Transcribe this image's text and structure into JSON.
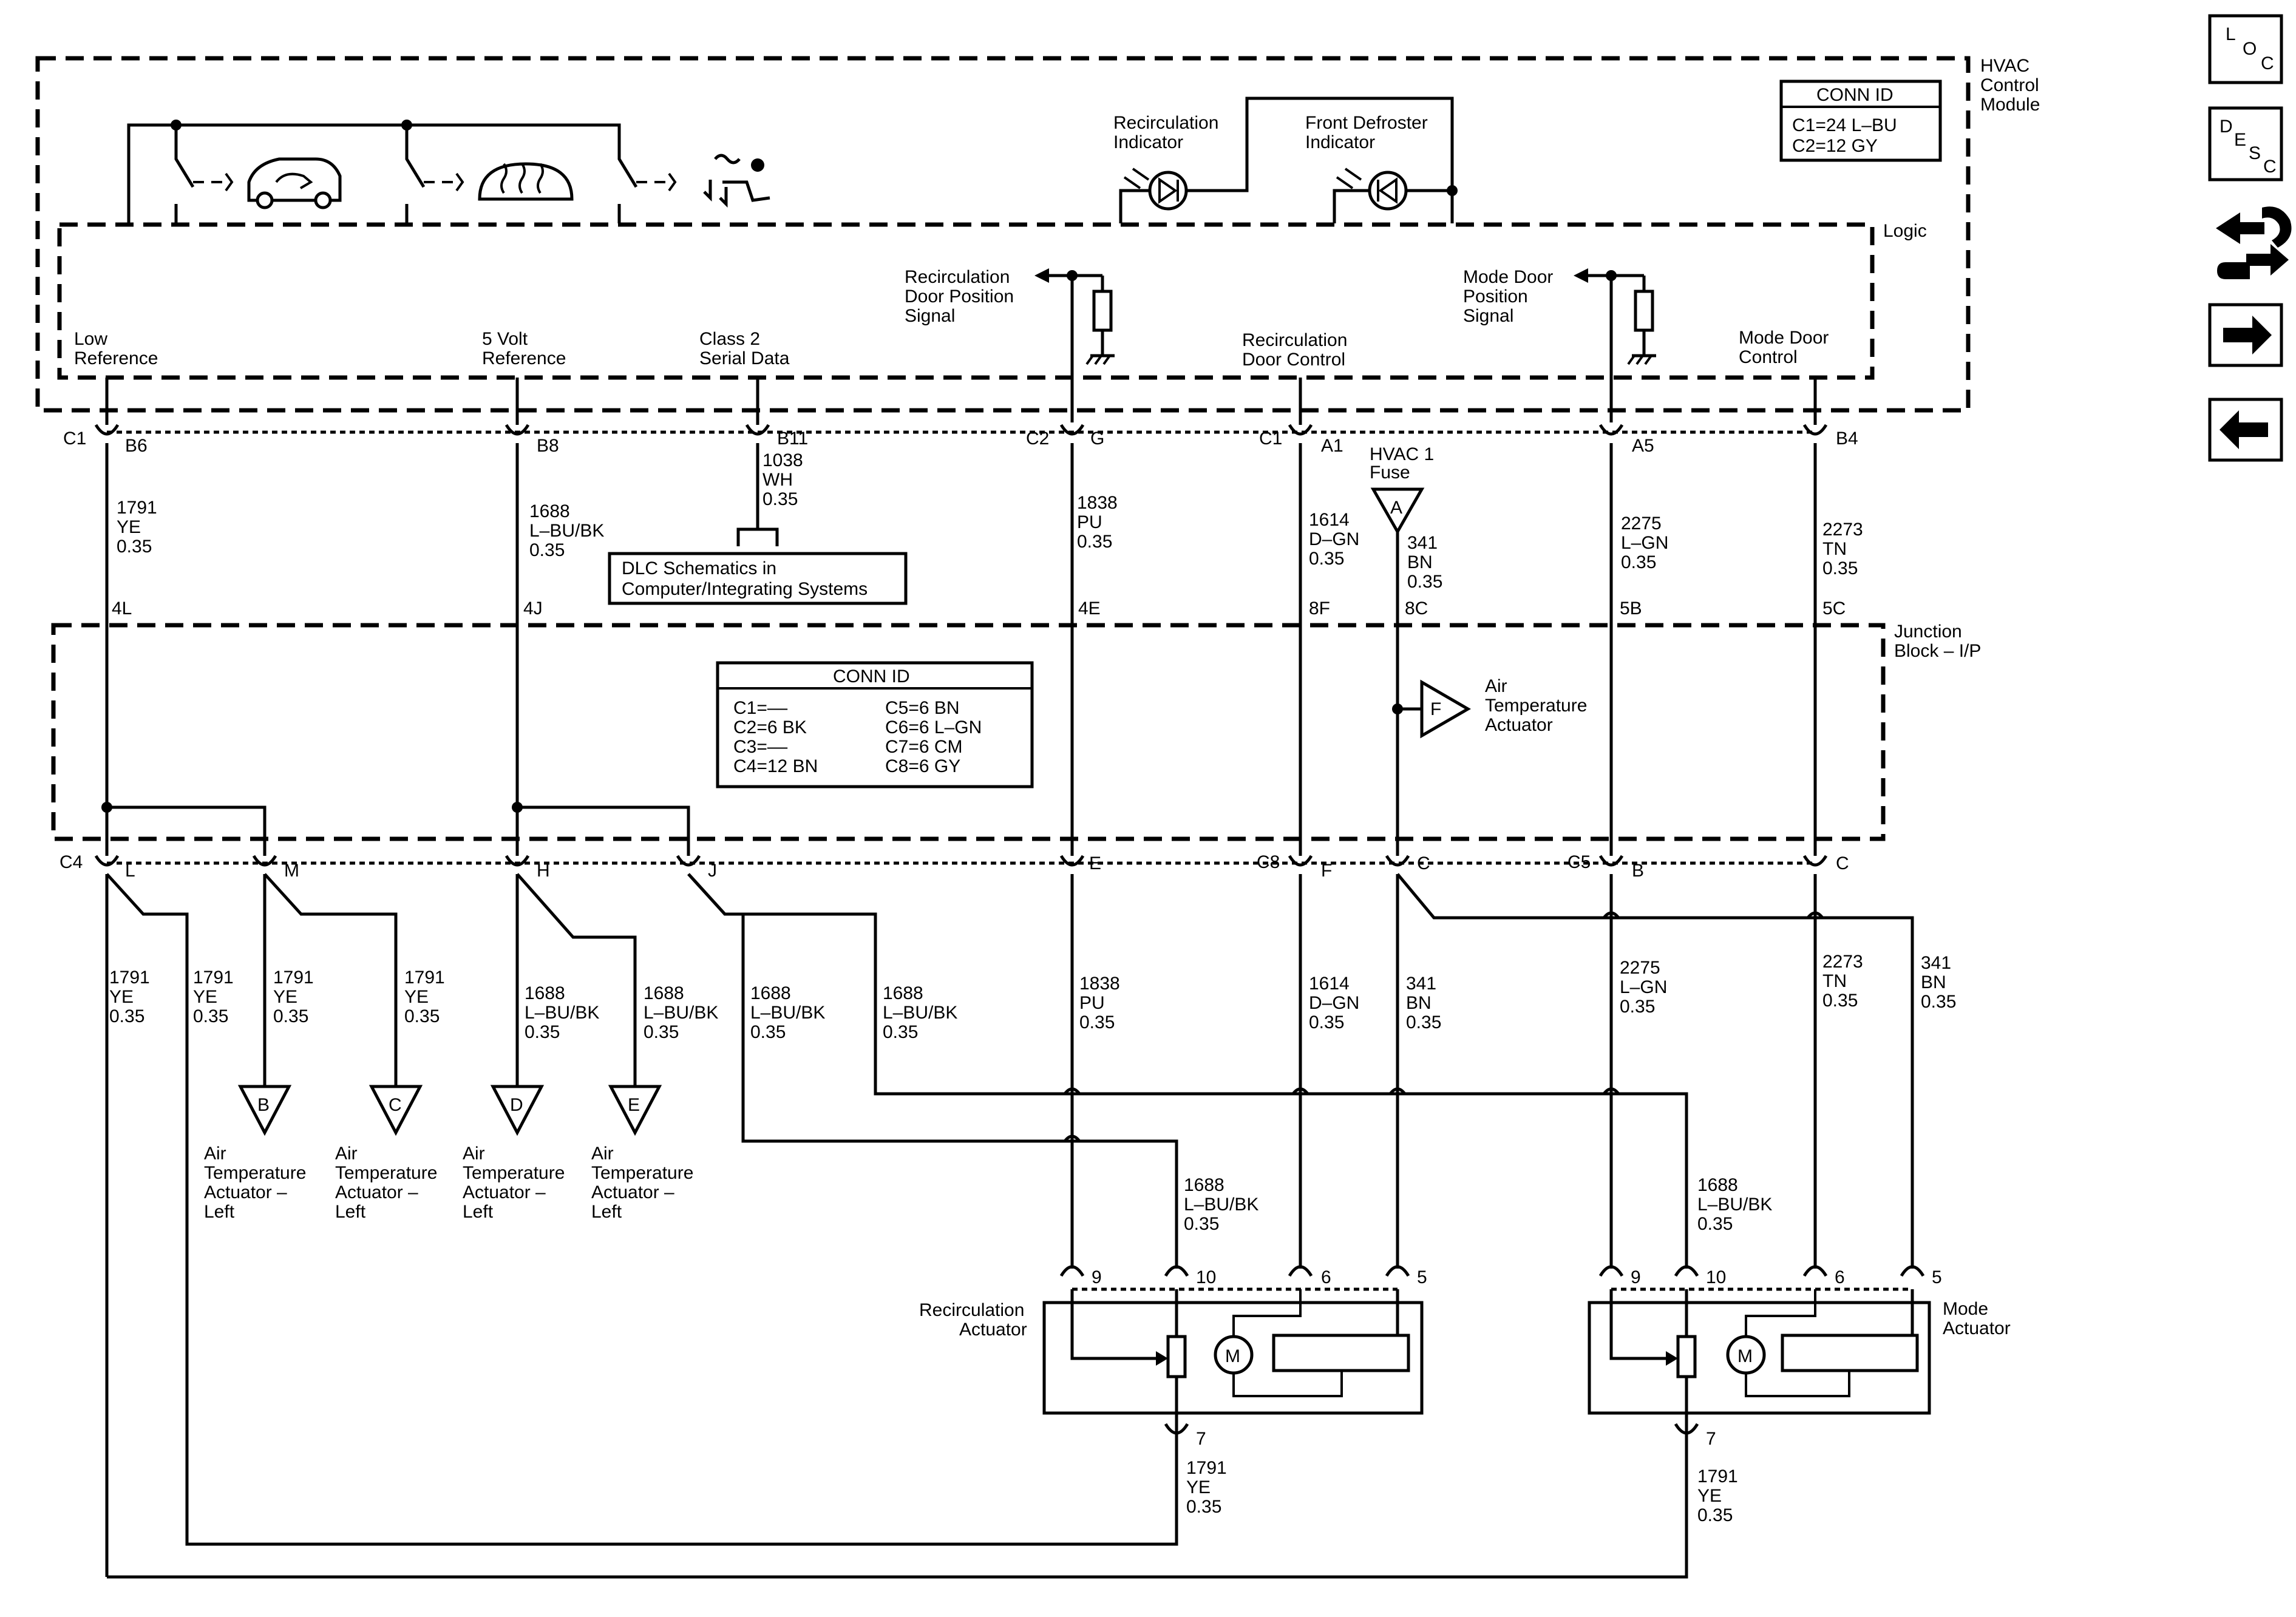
{
  "hvac": {
    "module_label": [
      "HVAC",
      "Control",
      "Module"
    ],
    "logic_label": "Logic",
    "conn_id_title": "CONN ID",
    "conn_id_rows": [
      "C1=24 L–BU",
      "C2=12 GY"
    ],
    "recirc_indicator": [
      "Recirculation",
      "Indicator"
    ],
    "front_defrost_indicator": [
      "Front Defroster",
      "Indicator"
    ],
    "recirc_door_pos_signal": [
      "Recirculation",
      "Door Position",
      "Signal"
    ],
    "mode_door_pos_signal": [
      "Mode Door",
      "Position",
      "Signal"
    ],
    "low_reference": [
      "Low",
      "Reference"
    ],
    "five_volt_reference": [
      "5 Volt",
      "Reference"
    ],
    "class2_serial": [
      "Class 2",
      "Serial Data"
    ],
    "recirc_door_control": [
      "Recirculation",
      "Door Control"
    ],
    "mode_door_control": [
      "Mode Door",
      "Control"
    ]
  },
  "top_connectors": {
    "c1": "C1",
    "b6": "B6",
    "b8": "B8",
    "b11": "B11",
    "c2": "C2",
    "g": "G",
    "c1b": "C1",
    "a1": "A1",
    "a5": "A5",
    "b4": "B4"
  },
  "upper_wires": {
    "w1791": [
      "1791",
      "YE",
      "0.35"
    ],
    "w1688": [
      "1688",
      "L–BU/BK",
      "0.35"
    ],
    "w1038": [
      "1038",
      "WH",
      "0.35"
    ],
    "w1838": [
      "1838",
      "PU",
      "0.35"
    ],
    "w1614": [
      "1614",
      "D–GN",
      "0.35"
    ],
    "w341": [
      "341",
      "BN",
      "0.35"
    ],
    "w2275": [
      "2275",
      "L–GN",
      "0.35"
    ],
    "w2273": [
      "2273",
      "TN",
      "0.35"
    ]
  },
  "fuse": {
    "label": [
      "HVAC 1",
      "Fuse"
    ],
    "letter": "A"
  },
  "dlc": [
    "DLC Schematics in",
    "Computer/Integrating Systems"
  ],
  "junction_pins": {
    "p4l": "4L",
    "p4j": "4J",
    "p4e": "4E",
    "p8f": "8F",
    "p8c": "8C",
    "p5b": "5B",
    "p5c": "5C"
  },
  "junction": {
    "label": [
      "Junction",
      "Block – I/P"
    ],
    "conn_id_title": "CONN ID",
    "conn_left": [
      "C1=––",
      "C2=6 BK",
      "C3=––",
      "C4=12 BN"
    ],
    "conn_right": [
      "C5=6 BN",
      "C6=6 L–GN",
      "C7=6 CM",
      "C8=6 GY"
    ],
    "air_temp_letter": "F",
    "air_temp_label": [
      "Air",
      "Temperature",
      "Actuator"
    ]
  },
  "bottom_connectors": {
    "c4": "C4",
    "l": "L",
    "m": "M",
    "h": "H",
    "j": "J",
    "e": "E",
    "c8": "C8",
    "f": "F",
    "c": "C",
    "c5": "C5",
    "b": "B",
    "c2": "C"
  },
  "lower_wires": {
    "w1791": [
      "1791",
      "YE",
      "0.35"
    ],
    "w1688": [
      "1688",
      "L–BU/BK",
      "0.35"
    ],
    "w1838": [
      "1838",
      "PU",
      "0.35"
    ],
    "w1614": [
      "1614",
      "D–GN",
      "0.35"
    ],
    "w341": [
      "341",
      "BN",
      "0.35"
    ],
    "w2275": [
      "2275",
      "L–GN",
      "0.35"
    ],
    "w2273": [
      "2273",
      "TN",
      "0.35"
    ]
  },
  "offpage": {
    "b": "B",
    "c": "C",
    "d": "D",
    "e": "E",
    "label": [
      "Air",
      "Temperature",
      "Actuator –",
      "Left"
    ]
  },
  "recirc_actuator": {
    "label": [
      "Recirculation",
      "Actuator"
    ],
    "pins": [
      "9",
      "10",
      "6",
      "5",
      "7"
    ],
    "motor": "M"
  },
  "mode_actuator": {
    "label": [
      "Mode",
      "Actuator"
    ],
    "pins": [
      "9",
      "10",
      "6",
      "5",
      "7"
    ],
    "motor": "M"
  },
  "nav": {
    "loc": [
      "L",
      "O",
      "C"
    ],
    "desc": [
      "D",
      "E",
      "S",
      "C"
    ]
  }
}
